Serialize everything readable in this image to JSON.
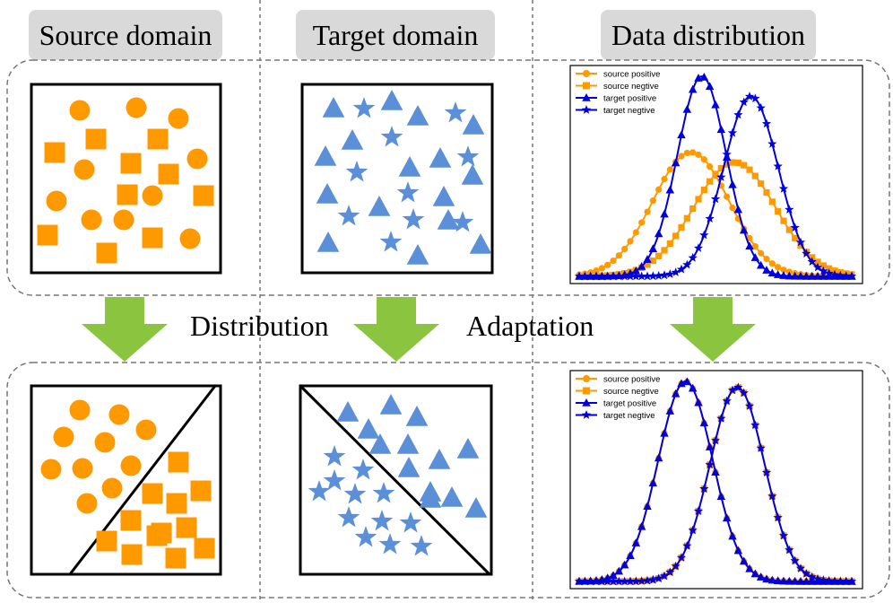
{
  "headers": {
    "source": "Source domain",
    "target": "Target domain",
    "data": "Data distribution"
  },
  "middle": {
    "left_word": "Distribution",
    "right_word": "Adaptation"
  },
  "colors": {
    "source": "#ff9900",
    "target_shape": "#5b8fd8",
    "target_curve": "#0000dd",
    "arrow": "#8bc53f",
    "pill": "#d9d9d9"
  },
  "legend": [
    {
      "label": "source positive",
      "color": "#ff9900",
      "marker": "circle"
    },
    {
      "label": "source negtive",
      "color": "#ff9900",
      "marker": "square"
    },
    {
      "label": "target positive",
      "color": "#0000dd",
      "marker": "triangle"
    },
    {
      "label": "target negtive",
      "color": "#0000dd",
      "marker": "star"
    }
  ],
  "chart_data": [
    {
      "type": "line",
      "panel": "before adaptation",
      "series": [
        {
          "name": "source positive",
          "marker": "circle",
          "mean": 0.41,
          "sd": 0.14,
          "peak": 0.62
        },
        {
          "name": "source negtive",
          "marker": "square",
          "mean": 0.57,
          "sd": 0.15,
          "peak": 0.57
        },
        {
          "name": "target positive",
          "marker": "triangle",
          "mean": 0.45,
          "sd": 0.09,
          "peak": 1.0
        },
        {
          "name": "target negtive",
          "marker": "star",
          "mean": 0.63,
          "sd": 0.1,
          "peak": 0.9
        }
      ],
      "xlim": [
        0,
        1
      ],
      "ylim": [
        0,
        1
      ]
    },
    {
      "type": "line",
      "panel": "after adaptation",
      "series": [
        {
          "name": "source positive",
          "marker": "circle",
          "mean": 0.39,
          "sd": 0.1,
          "peak": 1.0
        },
        {
          "name": "source negtive",
          "marker": "square",
          "mean": 0.58,
          "sd": 0.1,
          "peak": 0.97
        },
        {
          "name": "target positive",
          "marker": "triangle",
          "mean": 0.39,
          "sd": 0.1,
          "peak": 1.0
        },
        {
          "name": "target negtive",
          "marker": "star",
          "mean": 0.58,
          "sd": 0.1,
          "peak": 0.97
        }
      ],
      "xlim": [
        0,
        1
      ],
      "ylim": [
        0,
        1
      ]
    }
  ]
}
